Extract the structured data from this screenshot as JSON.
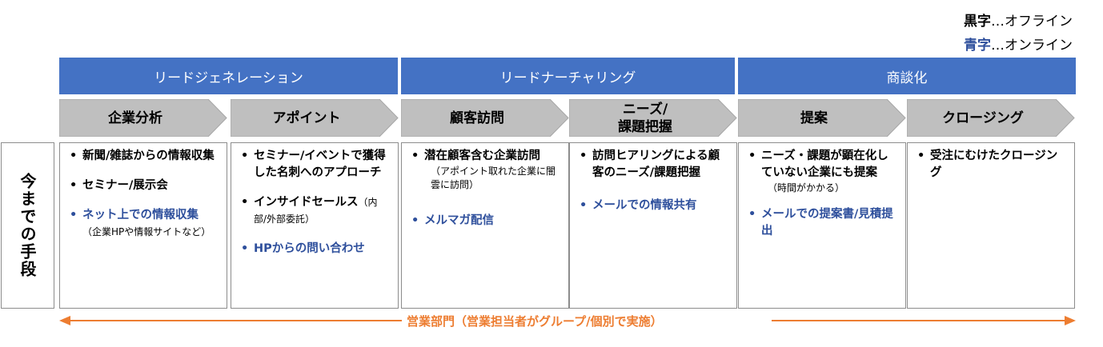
{
  "legend": {
    "offline_key": "黒字",
    "offline_sep": "…",
    "offline_label": "オフライン",
    "online_key": "青字",
    "online_sep": "…",
    "online_label": "オンライン"
  },
  "phases": [
    "リードジェネレーション",
    "リードナーチャリング",
    "商談化"
  ],
  "stages": [
    "企業分析",
    "アポイント",
    "顧客訪問",
    "ニーズ/\n課題把握",
    "提案",
    "クロージング"
  ],
  "row_label": "今までの手段",
  "cells": {
    "c1": {
      "b1": "新聞/雑誌からの情報収集",
      "b2": "セミナー/展示会",
      "b3": "ネット上での情報収集",
      "b3_note": "（企業HPや情報サイトなど）"
    },
    "c2": {
      "b1": "セミナー/イベントで獲得した名刺へのアプローチ",
      "b2": "インサイドセールス",
      "b2_note": "（内部/外部委託）",
      "b3": "HPからの問い合わせ"
    },
    "c3": {
      "b1": "潜在顧客含む企業訪問",
      "b1_note": "（アポイント取れた企業に闇雲に訪問）",
      "b2": "メルマガ配信"
    },
    "c4": {
      "b1": "訪問ヒアリングによる顧客のニーズ/課題把握",
      "b2": "メールでの情報共有"
    },
    "c5": {
      "b1": "ニーズ・課題が顕在化していない企業にも提案",
      "b1_note": "（時間がかかる）",
      "b2": "メールでの提案書/見積提出"
    },
    "c6": {
      "b1": "受注にむけたクロージング"
    }
  },
  "footer": "営業部門（営業担当者がグループ/個別で実施）",
  "colors": {
    "phase_bg": "#4472c4",
    "chevron_fill": "#bfbfbf",
    "online_text": "#2e4f9c",
    "arrow": "#ed7d31"
  }
}
